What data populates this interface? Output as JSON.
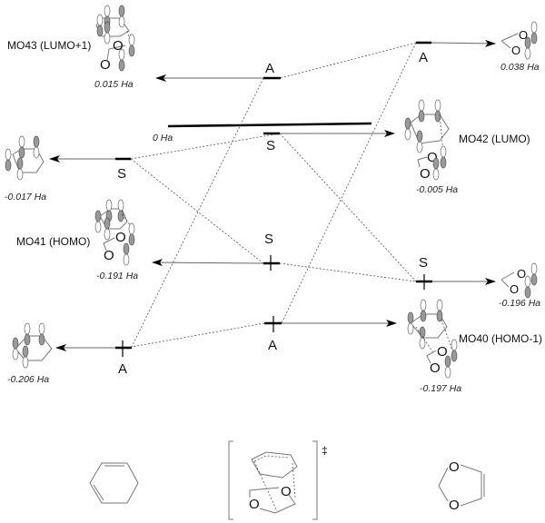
{
  "diagram": {
    "title": "Frontier MO correlation diagram: 1,3-cyclohexadiene + 1,3-dioxole transition state",
    "left_fragment": {
      "name": "1,3-cyclohexadiene",
      "orbitals": [
        {
          "symmetry": "S",
          "energy": "-0.017 Ha",
          "occupied": false
        },
        {
          "symmetry": "A",
          "energy": "-0.206 Ha",
          "occupied": true
        }
      ]
    },
    "center_ts": {
      "zero_label": "0 Ha",
      "ts_mark": "‡",
      "orbitals": [
        {
          "id": "MO43",
          "label": "MO43 (LUMO+1)",
          "symmetry": "A",
          "energy": "0.015 Ha",
          "occupied": false
        },
        {
          "id": "MO42",
          "label": "MO42 (LUMO)",
          "symmetry": "S",
          "energy": "-0.005 Ha",
          "occupied": false
        },
        {
          "id": "MO41",
          "label": "MO41 (HOMO)",
          "symmetry": "S",
          "energy": "-0.191 Ha",
          "occupied": true
        },
        {
          "id": "MO40",
          "label": "MO40 (HOMO-1)",
          "symmetry": "A",
          "energy": "-0.197 Ha",
          "occupied": true
        }
      ]
    },
    "right_fragment": {
      "name": "1,3-dioxole",
      "orbitals": [
        {
          "symmetry": "A",
          "energy": "0.038 Ha",
          "occupied": false
        },
        {
          "symmetry": "S",
          "energy": "-0.196 Ha",
          "occupied": true
        }
      ]
    },
    "atom_label": "O"
  }
}
